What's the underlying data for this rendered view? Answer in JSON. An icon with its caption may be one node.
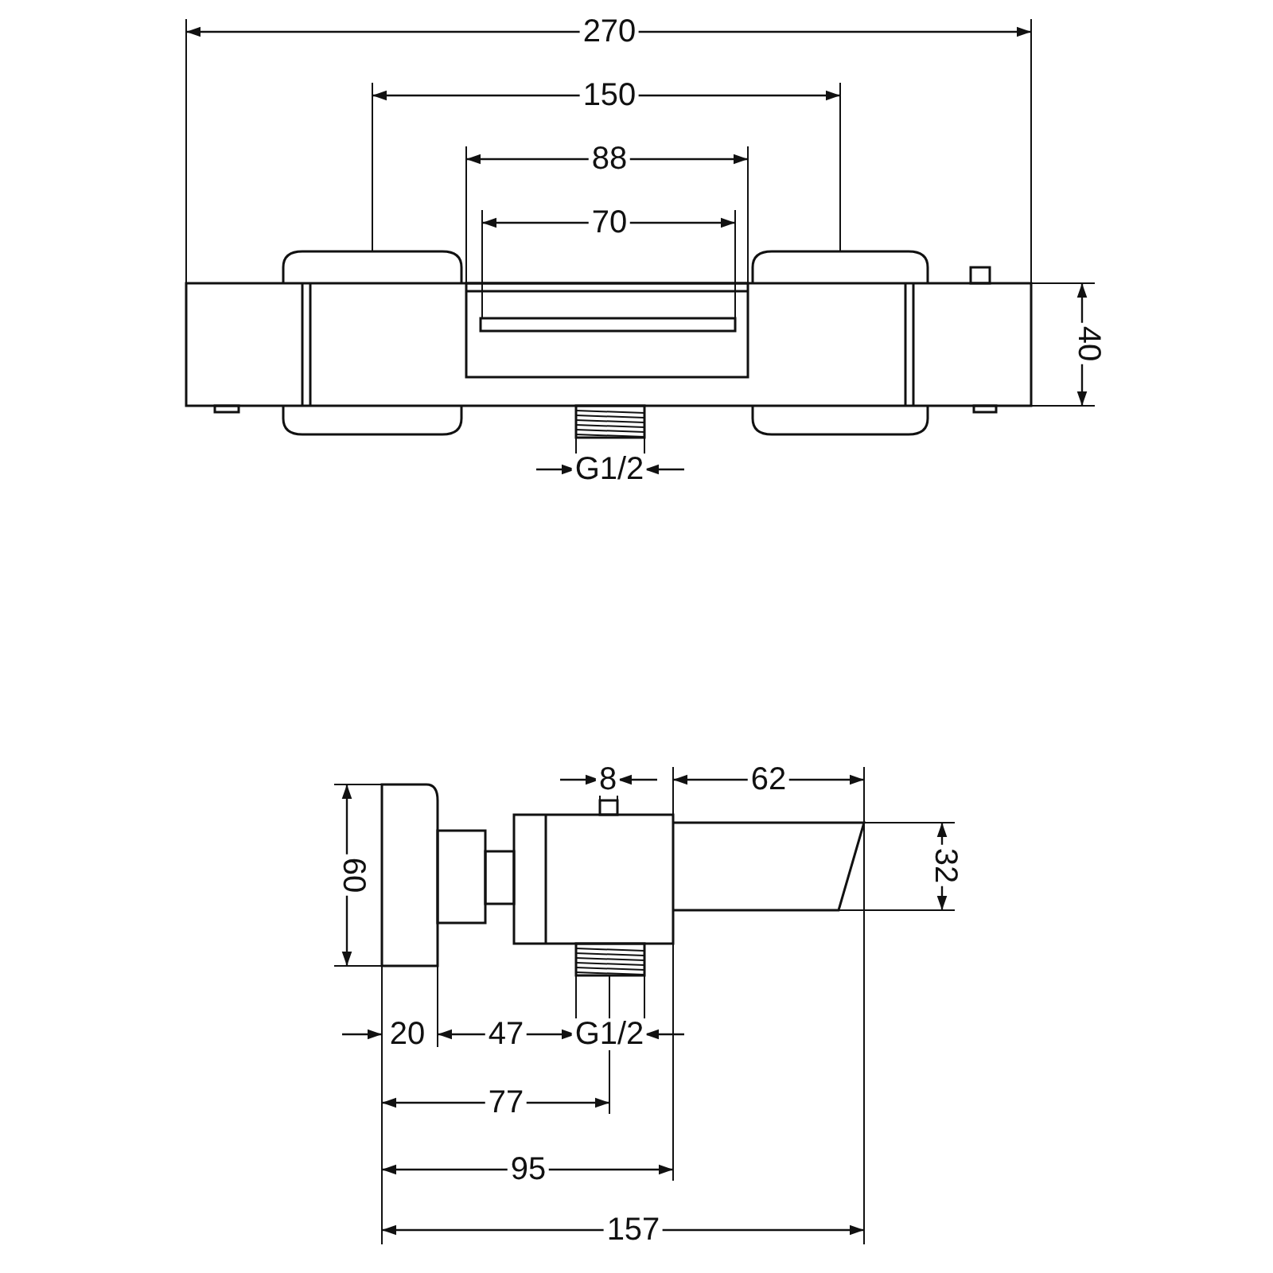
{
  "diagram": {
    "labels": [
      "270",
      "150",
      "88",
      "70",
      "40",
      "G1/2",
      "8",
      "62",
      "60",
      "32",
      "20",
      "47",
      "G1/2",
      "77",
      "95",
      "157"
    ]
  }
}
